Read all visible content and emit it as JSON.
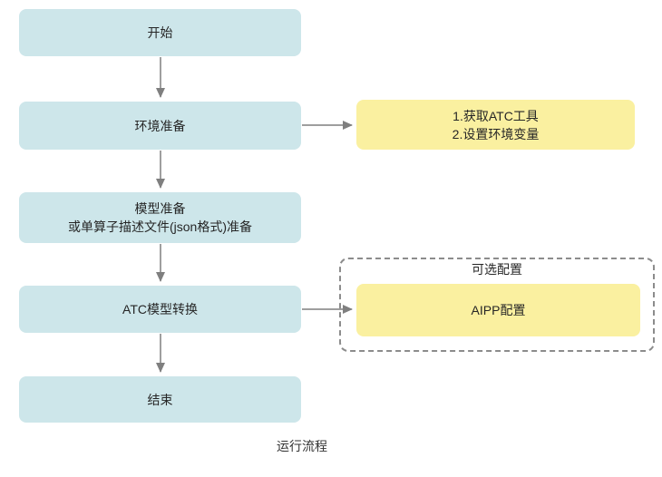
{
  "diagram": {
    "caption": "运行流程",
    "nodes": {
      "start": "开始",
      "env": "环境准备",
      "model": "模型准备\n或单算子描述文件(json格式)准备",
      "atc": "ATC模型转换",
      "end": "结束"
    },
    "notes": {
      "env_note": "1.获取ATC工具\n2.设置环境变量",
      "aipp_note": "AIPP配置"
    },
    "optional_group": {
      "title": "可选配置"
    },
    "colors": {
      "process_node_fill": "#cde6ea",
      "note_fill": "#faf0a0",
      "group_border": "#8c8c8c",
      "arrow": "#7f7f7f",
      "text": "#262626",
      "background": "#ffffff"
    }
  }
}
